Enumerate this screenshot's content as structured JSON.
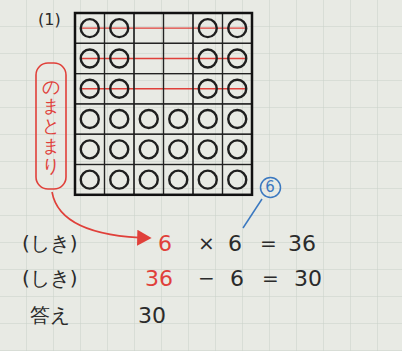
{
  "diagram": {
    "nodes": [
      {
        "text": [
          "のまとまり"
        ]
      },
      {
        "text": [
          "6"
        ]
      }
    ],
    "labels": [
      "(1)",
      "(しき)",
      "6",
      "×",
      "6",
      "=",
      "36",
      "(しき)",
      "36",
      "−",
      "6",
      "=",
      "30",
      "答え",
      "30"
    ]
  }
}
